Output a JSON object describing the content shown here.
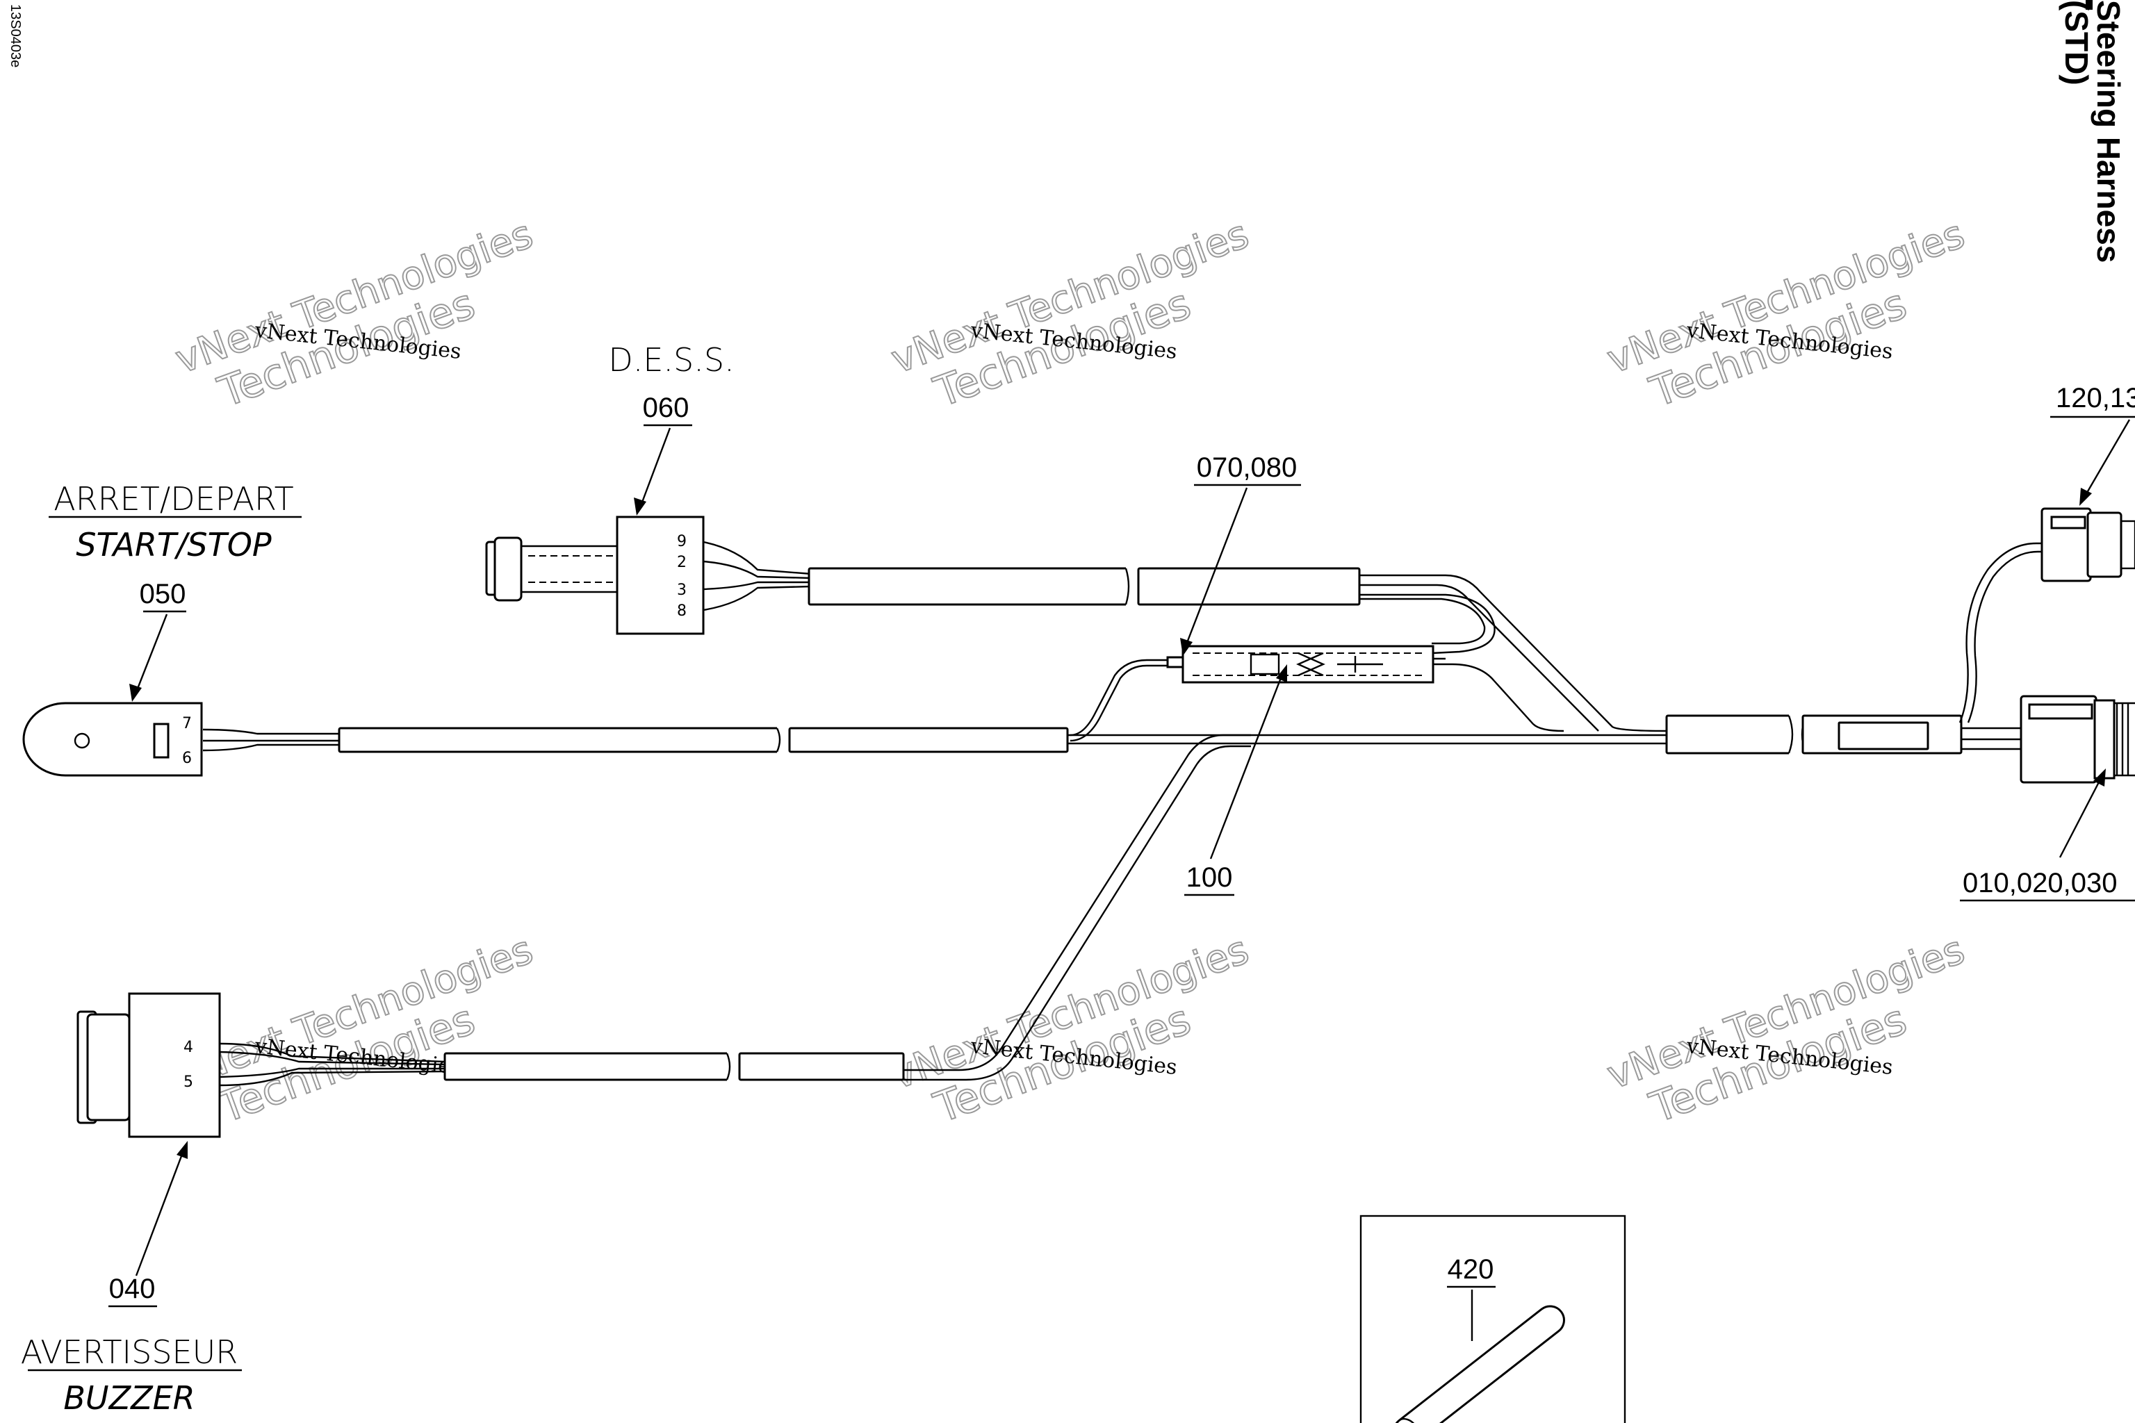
{
  "drawing_code": "13S0403e",
  "title_lines": [
    "Steering Harness",
    "(STD)"
  ],
  "watermark": {
    "line1": "vNext Technologies",
    "line2": "Technologies"
  },
  "parts": {
    "start_stop": {
      "number": "050",
      "label_fr": "ARRET/DEPART",
      "label_en": "START/STOP",
      "pins": [
        "7",
        "6"
      ]
    },
    "dess": {
      "number": "060",
      "label": "D.E.S.S.",
      "pins": [
        "9",
        "2",
        "3",
        "8"
      ]
    },
    "buzzer": {
      "number": "040",
      "label_fr": "AVERTISSEUR",
      "label_en": "BUZZER",
      "pins": [
        "4",
        "5"
      ]
    },
    "fuse_holder": {
      "number": "070,080"
    },
    "fuse": {
      "number": "100"
    },
    "top_connector": {
      "number": "120,13"
    },
    "main_connector": {
      "number": "010,020,030"
    },
    "sleeve": {
      "number": "420"
    }
  }
}
